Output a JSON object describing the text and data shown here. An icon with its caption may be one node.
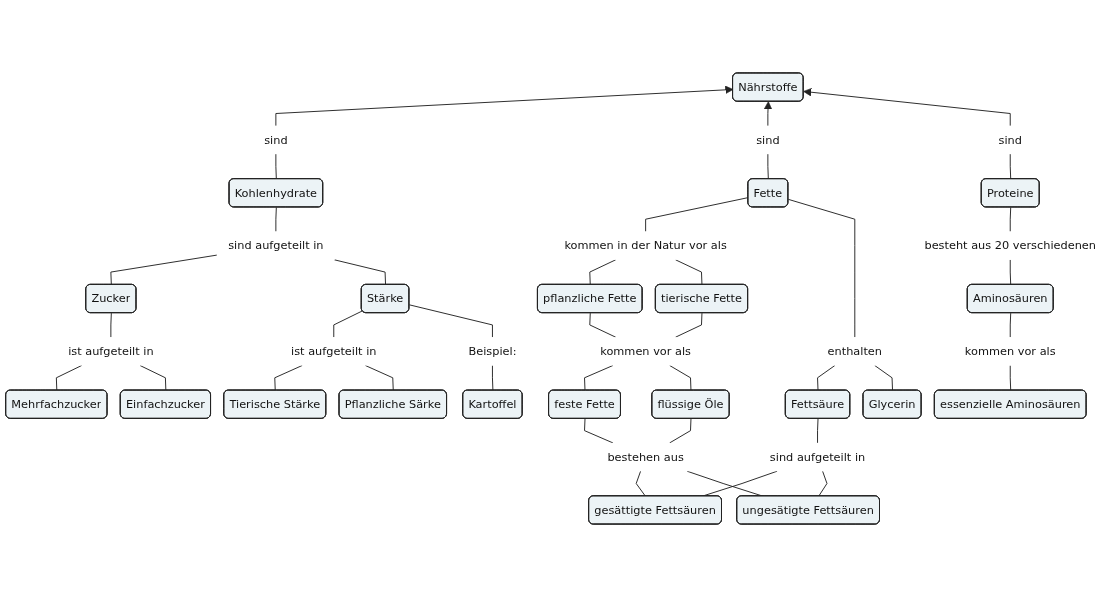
{
  "diagram": {
    "nodes": [
      {
        "text": [
          "Nährstoffe"
        ]
      },
      {
        "text": [
          "sind"
        ]
      },
      {
        "text": [
          "sind"
        ]
      },
      {
        "text": [
          "sind"
        ]
      },
      {
        "text": [
          "Kohlenhydrate"
        ]
      },
      {
        "text": [
          "Fette"
        ]
      },
      {
        "text": [
          "kommen in der Natur vor als"
        ]
      },
      {
        "text": [
          "Proteine"
        ]
      },
      {
        "text": [
          "pflanzliche Fette"
        ]
      },
      {
        "text": [
          "tierische Fette"
        ]
      },
      {
        "text": [
          "besteht aus 20 verschiedenen"
        ]
      },
      {
        "text": [
          "sind aufgeteilt in"
        ]
      },
      {
        "text": [
          "enthalten"
        ]
      },
      {
        "text": [
          "kommen vor als"
        ]
      },
      {
        "text": [
          "Zucker"
        ]
      },
      {
        "text": [
          "Stärke"
        ]
      },
      {
        "text": [
          "Fettsäure"
        ]
      },
      {
        "text": [
          "Glycerin"
        ]
      },
      {
        "text": [
          "feste Fette"
        ]
      },
      {
        "text": [
          "flüssige Öle"
        ]
      },
      {
        "text": [
          "Aminosäuren"
        ]
      },
      {
        "text": [
          "ist aufgeteilt in"
        ]
      },
      {
        "text": [
          "ist aufgeteilt in"
        ]
      },
      {
        "text": [
          "Beispiel:"
        ]
      },
      {
        "text": [
          "sind aufgeteilt in"
        ]
      },
      {
        "text": [
          "bestehen aus"
        ]
      },
      {
        "text": [
          "kommen vor als"
        ]
      },
      {
        "text": [
          "Mehrfachzucker"
        ]
      },
      {
        "text": [
          "Einfachzucker"
        ]
      },
      {
        "text": [
          "Tierische Stärke"
        ]
      },
      {
        "text": [
          "Pflanzliche Särke"
        ]
      },
      {
        "text": [
          "Kartoffel"
        ]
      },
      {
        "text": [
          "gesättigte Fettsäuren"
        ]
      },
      {
        "text": [
          "ungesätigte Fettsäuren"
        ]
      },
      {
        "text": [
          "essenzielle Aminosäuren"
        ]
      }
    ],
    "edges": [
      {
        "from": 4,
        "to": 1,
        "arrow": "none"
      },
      {
        "from": 1,
        "to": 0,
        "arrow": "to"
      },
      {
        "from": 5,
        "to": 2,
        "arrow": "none"
      },
      {
        "from": 2,
        "to": 0,
        "arrow": "to"
      },
      {
        "from": 7,
        "to": 3,
        "arrow": "none"
      },
      {
        "from": 3,
        "to": 0,
        "arrow": "to"
      },
      {
        "from": 6,
        "to": 5,
        "arrow": "none"
      },
      {
        "from": 8,
        "to": 6,
        "arrow": "none"
      },
      {
        "from": 9,
        "to": 6,
        "arrow": "none"
      },
      {
        "from": 11,
        "to": 4,
        "arrow": "none"
      },
      {
        "from": 14,
        "to": 11,
        "arrow": "none"
      },
      {
        "from": 15,
        "to": 11,
        "arrow": "none"
      },
      {
        "from": 12,
        "to": 5,
        "arrow": "none"
      },
      {
        "from": 16,
        "to": 12,
        "arrow": "none"
      },
      {
        "from": 17,
        "to": 12,
        "arrow": "none"
      },
      {
        "from": 13,
        "to": 8,
        "arrow": "none"
      },
      {
        "from": 13,
        "to": 9,
        "arrow": "none"
      },
      {
        "from": 18,
        "to": 13,
        "arrow": "none"
      },
      {
        "from": 19,
        "to": 13,
        "arrow": "none"
      },
      {
        "from": 10,
        "to": 7,
        "arrow": "none"
      },
      {
        "from": 20,
        "to": 10,
        "arrow": "none"
      },
      {
        "from": 21,
        "to": 14,
        "arrow": "none"
      },
      {
        "from": 27,
        "to": 21,
        "arrow": "none"
      },
      {
        "from": 28,
        "to": 21,
        "arrow": "none"
      },
      {
        "from": 22,
        "to": 15,
        "arrow": "none"
      },
      {
        "from": 29,
        "to": 22,
        "arrow": "none"
      },
      {
        "from": 30,
        "to": 22,
        "arrow": "none"
      },
      {
        "from": 23,
        "to": 15,
        "arrow": "none"
      },
      {
        "from": 31,
        "to": 23,
        "arrow": "none"
      },
      {
        "from": 24,
        "to": 16,
        "arrow": "none"
      },
      {
        "from": 32,
        "to": 24,
        "arrow": "none"
      },
      {
        "from": 33,
        "to": 24,
        "arrow": "none"
      },
      {
        "from": 25,
        "to": 18,
        "arrow": "none"
      },
      {
        "from": 25,
        "to": 19,
        "arrow": "none"
      },
      {
        "from": 32,
        "to": 25,
        "arrow": "none"
      },
      {
        "from": 33,
        "to": 25,
        "arrow": "none"
      },
      {
        "from": 26,
        "to": 20,
        "arrow": "none"
      },
      {
        "from": 34,
        "to": 26,
        "arrow": "none"
      }
    ]
  }
}
